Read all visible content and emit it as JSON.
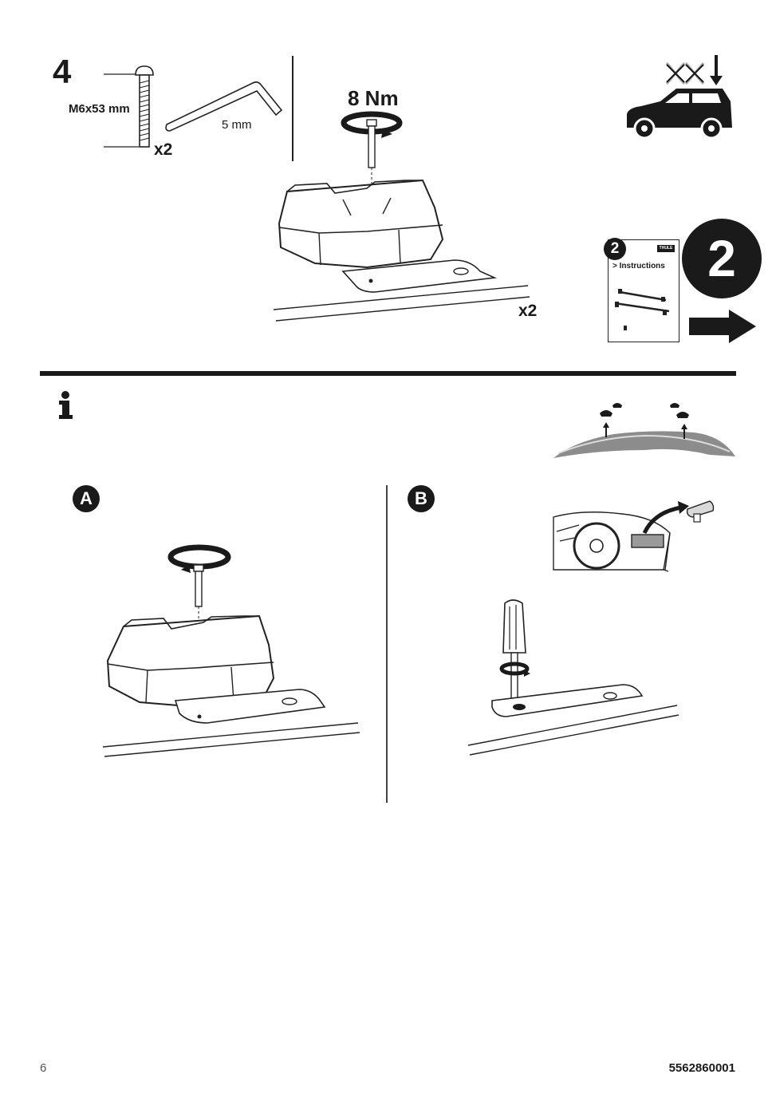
{
  "step": {
    "number": "4",
    "screw_label": "M6x53 mm",
    "screw_qty": "x2",
    "key_label": "5 mm",
    "torque": "8 Nm",
    "assembly_qty": "x2"
  },
  "next_step": {
    "booklet_step": "2",
    "booklet_brand": "THULE",
    "booklet_text": "> Instructions",
    "big_number": "2"
  },
  "info": {
    "variant_a": "A",
    "variant_b": "B"
  },
  "footer": {
    "page_number": "6",
    "doc_number": "5562860001"
  }
}
